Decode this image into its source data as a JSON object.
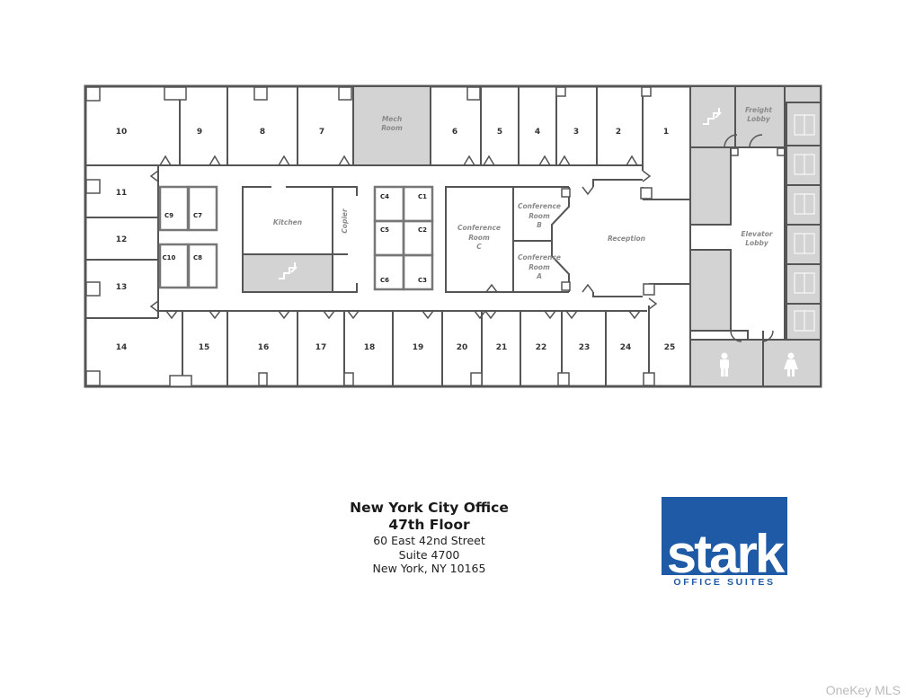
{
  "floor_plan": {
    "offices_top": [
      {
        "id": "10",
        "label": "10"
      },
      {
        "id": "9",
        "label": "9"
      },
      {
        "id": "8",
        "label": "8"
      },
      {
        "id": "7",
        "label": "7"
      },
      {
        "id": "6",
        "label": "6"
      },
      {
        "id": "5",
        "label": "5"
      },
      {
        "id": "4",
        "label": "4"
      },
      {
        "id": "3",
        "label": "3"
      },
      {
        "id": "2",
        "label": "2"
      },
      {
        "id": "1",
        "label": "1"
      }
    ],
    "offices_left": [
      {
        "id": "11",
        "label": "11"
      },
      {
        "id": "12",
        "label": "12"
      },
      {
        "id": "13",
        "label": "13"
      }
    ],
    "offices_bottom": [
      {
        "id": "14",
        "label": "14"
      },
      {
        "id": "15",
        "label": "15"
      },
      {
        "id": "16",
        "label": "16"
      },
      {
        "id": "17",
        "label": "17"
      },
      {
        "id": "18",
        "label": "18"
      },
      {
        "id": "19",
        "label": "19"
      },
      {
        "id": "20",
        "label": "20"
      },
      {
        "id": "21",
        "label": "21"
      },
      {
        "id": "22",
        "label": "22"
      },
      {
        "id": "23",
        "label": "23"
      },
      {
        "id": "24",
        "label": "24"
      },
      {
        "id": "25",
        "label": "25"
      }
    ],
    "cubicles": [
      "C1",
      "C2",
      "C3",
      "C4",
      "C5",
      "C6",
      "C7",
      "C8",
      "C9",
      "C10"
    ],
    "rooms": {
      "mech_room": [
        "Mech",
        "Room"
      ],
      "kitchen": "Kitchen",
      "copier": "Copier",
      "conference_c": [
        "Conference",
        "Room",
        "C"
      ],
      "conference_b": [
        "Conference",
        "Room",
        "B"
      ],
      "conference_a": [
        "Conference",
        "Room",
        "A"
      ],
      "reception": "Reception",
      "freight_lobby": [
        "Freight",
        "Lobby"
      ],
      "elevator_lobby": [
        "Elevator",
        "Lobby"
      ]
    },
    "icons": [
      "stairs-icon",
      "stairs-icon",
      "elevator-icon",
      "mens-restroom-icon",
      "womens-restroom-icon"
    ]
  },
  "title_block": {
    "name": "New York City Office",
    "floor": "47th Floor",
    "address": "60 East 42nd Street",
    "suite": "Suite 4700",
    "city": "New York, NY 10165"
  },
  "logo": {
    "word": "stark",
    "subtitle": "OFFICE SUITES",
    "color": "#1f5aa6"
  },
  "watermark": "OneKey MLS"
}
